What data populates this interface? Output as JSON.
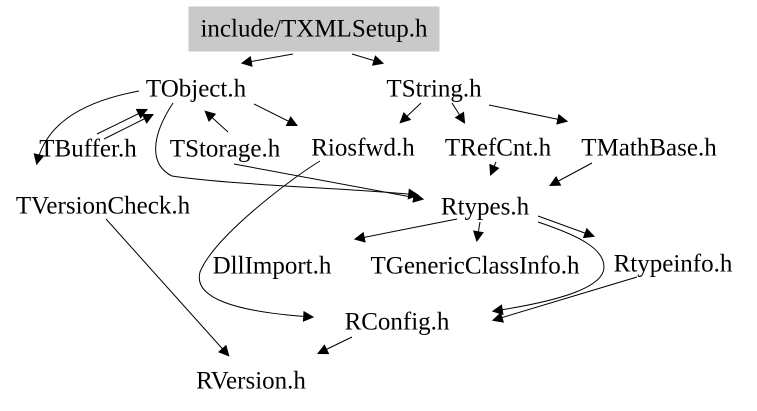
{
  "diagram": {
    "type": "include-dependency-graph",
    "background_color": "#ffffff",
    "edge_color": "#000000",
    "root_box_color": "#c9c9c9",
    "root_label": "include/TXMLSetup.h",
    "nodes": [
      {
        "id": "txmlsetup",
        "label": "include/TXMLSetup.h"
      },
      {
        "id": "tobject",
        "label": "TObject.h"
      },
      {
        "id": "tstring",
        "label": "TString.h"
      },
      {
        "id": "tbuffer",
        "label": "TBuffer.h"
      },
      {
        "id": "tstorage",
        "label": "TStorage.h"
      },
      {
        "id": "riosfwd",
        "label": "Riosfwd.h"
      },
      {
        "id": "trefcnt",
        "label": "TRefCnt.h"
      },
      {
        "id": "tmathbase",
        "label": "TMathBase.h"
      },
      {
        "id": "tversioncheck",
        "label": "TVersionCheck.h"
      },
      {
        "id": "rtypes",
        "label": "Rtypes.h"
      },
      {
        "id": "dllimport",
        "label": "DllImport.h"
      },
      {
        "id": "tgenericclassinfo",
        "label": "TGenericClassInfo.h"
      },
      {
        "id": "rtypeinfo",
        "label": "Rtypeinfo.h"
      },
      {
        "id": "rconfig",
        "label": "RConfig.h"
      },
      {
        "id": "rversion",
        "label": "RVersion.h"
      }
    ],
    "edges": [
      {
        "from": "include/TXMLSetup.h",
        "to": "TObject.h"
      },
      {
        "from": "include/TXMLSetup.h",
        "to": "TString.h"
      },
      {
        "from": "TBuffer.h",
        "to": "TObject.h"
      },
      {
        "from": "TBuffer.h",
        "to": "TObject.h"
      },
      {
        "from": "TStorage.h",
        "to": "TObject.h"
      },
      {
        "from": "TObject.h",
        "to": "TVersionCheck.h"
      },
      {
        "from": "TObject.h",
        "to": "Riosfwd.h"
      },
      {
        "from": "TObject.h",
        "to": "Rtypes.h"
      },
      {
        "from": "TStorage.h",
        "to": "Rtypes.h"
      },
      {
        "from": "Riosfwd.h",
        "to": "RConfig.h"
      },
      {
        "from": "TString.h",
        "to": "Riosfwd.h"
      },
      {
        "from": "TString.h",
        "to": "TRefCnt.h"
      },
      {
        "from": "TString.h",
        "to": "TMathBase.h"
      },
      {
        "from": "TRefCnt.h",
        "to": "Rtypes.h"
      },
      {
        "from": "TMathBase.h",
        "to": "Rtypes.h"
      },
      {
        "from": "Rtypes.h",
        "to": "DllImport.h"
      },
      {
        "from": "Rtypes.h",
        "to": "TGenericClassInfo.h"
      },
      {
        "from": "Rtypes.h",
        "to": "Rtypeinfo.h"
      },
      {
        "from": "Rtypes.h",
        "to": "RConfig.h"
      },
      {
        "from": "Rtypeinfo.h",
        "to": "RConfig.h"
      },
      {
        "from": "TVersionCheck.h",
        "to": "RVersion.h"
      },
      {
        "from": "RConfig.h",
        "to": "RVersion.h"
      }
    ]
  }
}
